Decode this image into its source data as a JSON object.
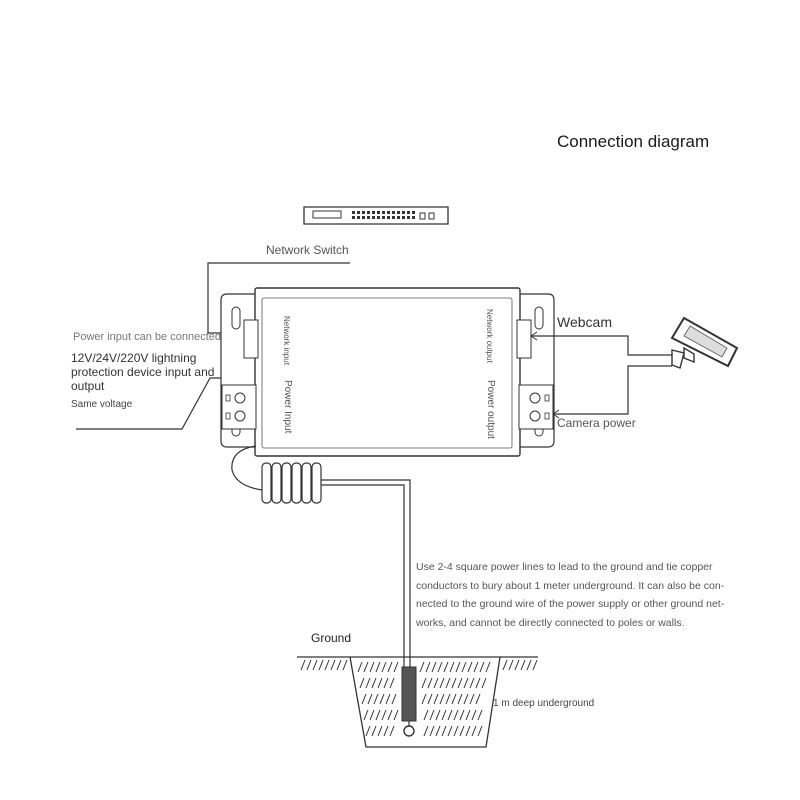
{
  "title": "Connection diagram",
  "labels": {
    "network_switch": "Network Switch",
    "power_input_connected": "Power input can be connected",
    "lightning_device": "12V/24V/220V lightning protection device input and output",
    "same_voltage": "Same voltage",
    "webcam": "Webcam",
    "camera_power": "Camera power",
    "network_input": "Network input",
    "power_input": "Power Input",
    "network_output": "Network output",
    "power_output": "Power output",
    "grounding_note": "Use 2-4 square power lines to lead to the ground and tie copper conductors to bury about 1 meter underground. It can also be con-nected to the ground wire of the power supply or other ground net-works, and cannot be directly connected to poles or walls.",
    "ground": "Ground",
    "depth": "1 m deep underground"
  },
  "icons": {
    "switch": "network-switch-icon",
    "camera": "security-camera-icon",
    "device": "surge-protector-box"
  },
  "colors": {
    "line": "#333333",
    "light_line": "#777777"
  }
}
